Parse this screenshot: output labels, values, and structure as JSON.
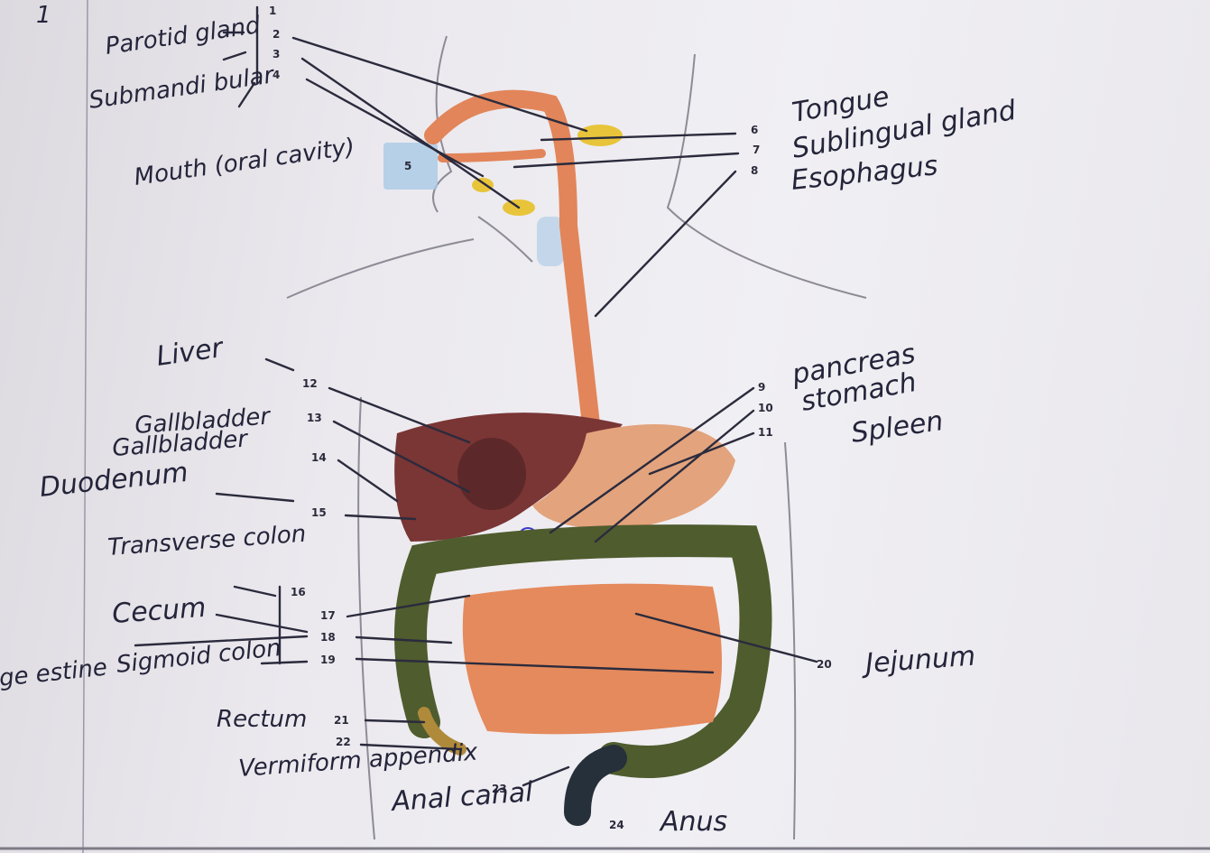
{
  "page_number": "1",
  "labels": {
    "parotid": "Parotid gland",
    "submandibular": "Submandi bular",
    "mouth": "Mouth (oral cavity)",
    "tongue": "Tongue",
    "sublingual": "Sublingual gland",
    "esophagus": "Esophagus",
    "liver": "Liver",
    "gallbladder1": "Gallbladder",
    "gallbladder2": "Gallbladder",
    "duodenum": "Duodenum",
    "pancreas": "pancreas",
    "stomach": "stomach",
    "spleen": "Spleen",
    "transverse": "Transverse colon",
    "cecum": "Cecum",
    "sigmoid": "Sigmoid colon",
    "large_intestine": "ge estine",
    "jejunum": "Jejunum",
    "rectum": "Rectum",
    "appendix": "Vermiform appendix",
    "anal_canal": "Anal canal",
    "anus": "Anus"
  },
  "numbers": {
    "n1": "1",
    "n2": "2",
    "n3": "3",
    "n4": "4",
    "n5": "5",
    "n6": "6",
    "n7": "7",
    "n8": "8",
    "n9": "9",
    "n10": "10",
    "n11": "11",
    "n12": "12",
    "n13": "13",
    "n14": "14",
    "n15": "15",
    "n16": "16",
    "n17": "17",
    "n18": "18",
    "n19": "19",
    "n20": "20",
    "n21": "21",
    "n22": "22",
    "n23": "23",
    "n24": "24"
  },
  "colors": {
    "ink": "#24243a",
    "esophagus": "#e2855a",
    "liver": "#7a3535",
    "stomach": "#e3a37c",
    "colon": "#4f5c2e",
    "small_intestine": "#e58a5c",
    "glands": "#e8c43a",
    "mouth": "#a9c9e6"
  }
}
